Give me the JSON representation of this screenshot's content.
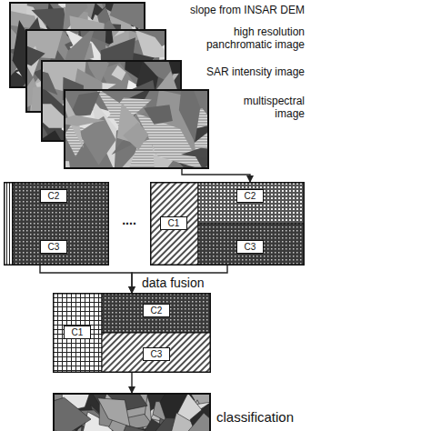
{
  "diagram": {
    "nodes": [
      {
        "text": [
          "slope from INSAR DEM"
        ]
      },
      {
        "text": [
          "high resolution panchromatic image"
        ]
      },
      {
        "text": [
          "SAR intensity image"
        ]
      },
      {
        "text": [
          "multispectral image"
        ]
      },
      {
        "text": []
      },
      {
        "text": [
          "C2"
        ],
        "in": 4
      },
      {
        "text": [
          "C3"
        ],
        "in": 4
      },
      {
        "text": []
      },
      {
        "text": [
          "C1"
        ],
        "in": 7
      },
      {
        "text": [
          "C2"
        ],
        "in": 7
      },
      {
        "text": [
          "C3"
        ],
        "in": 7
      },
      {
        "text": []
      },
      {
        "text": [
          "C1"
        ],
        "in": 11
      },
      {
        "text": [
          "C2"
        ],
        "in": 11
      },
      {
        "text": [
          "C3"
        ],
        "in": 11
      },
      {
        "text": [
          "classification"
        ]
      }
    ],
    "edges": [
      {
        "from": 3,
        "to": 7,
        "arrow": "to"
      },
      {
        "from": 4,
        "to": 11,
        "arrow": "to"
      },
      {
        "from": 7,
        "to": 11,
        "arrow": "to"
      },
      {
        "from": 11,
        "to": 15,
        "arrow": "to"
      }
    ],
    "labels": [
      "....",
      "data fusion"
    ]
  }
}
